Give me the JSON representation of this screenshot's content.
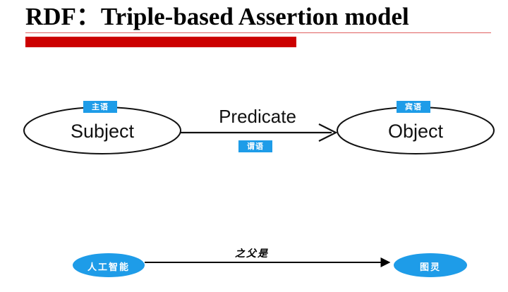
{
  "slide": {
    "title": "RDF：Triple-based Assertion model",
    "accent_red": "#cc0000",
    "accent_blue": "#1e9ce8",
    "background": "#ffffff"
  },
  "model": {
    "subject": {
      "label": "Subject",
      "badge": "主语"
    },
    "predicate": {
      "label": "Predicate",
      "badge": "谓语"
    },
    "object": {
      "label": "Object",
      "badge": "宾语"
    }
  },
  "example": {
    "source": "人工智能",
    "relation": "之父是",
    "target": "图灵"
  }
}
